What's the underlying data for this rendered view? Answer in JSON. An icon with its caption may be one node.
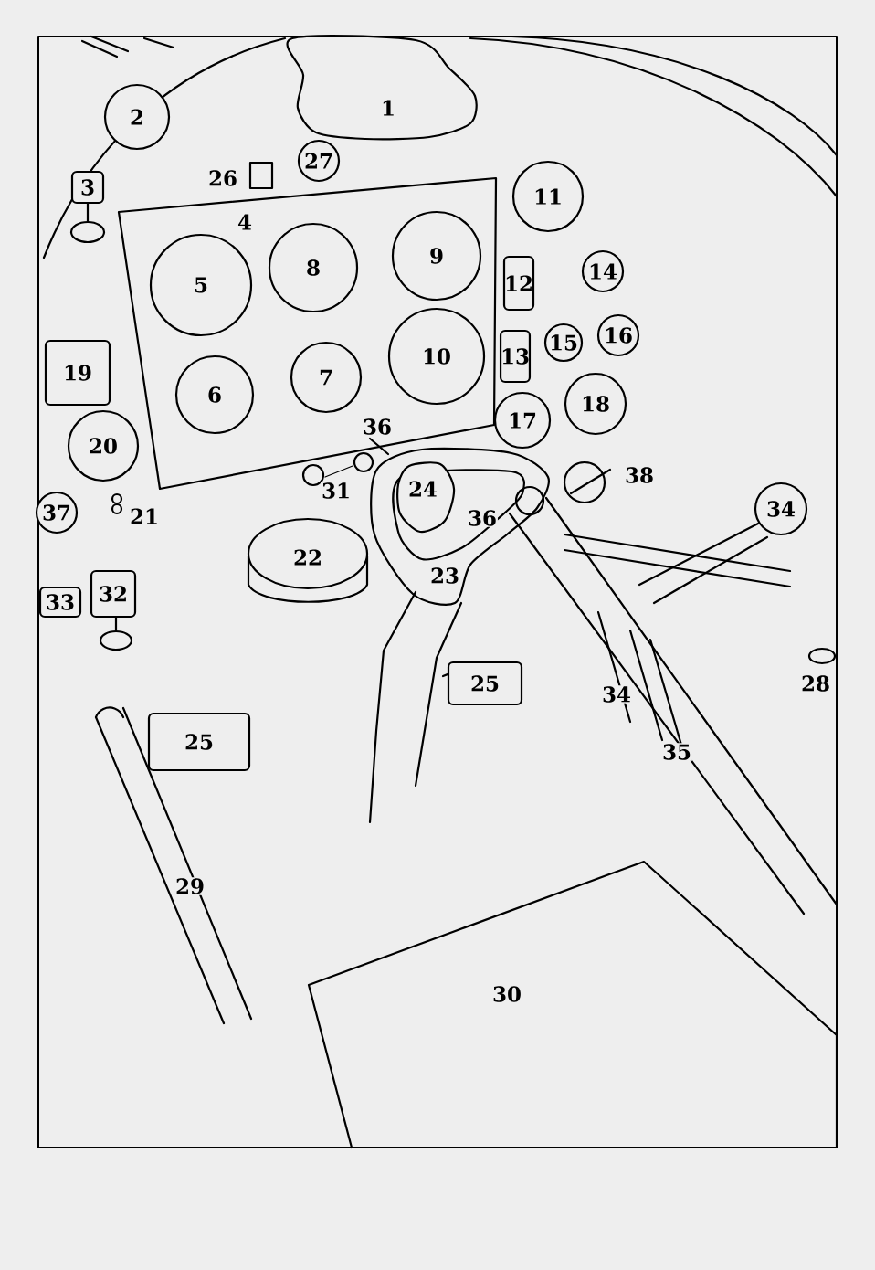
{
  "diagram": {
    "nodes": [
      {
        "text": [
          "1"
        ]
      },
      {
        "text": [
          "2"
        ]
      },
      {
        "text": [
          "27"
        ]
      },
      {
        "text": [
          "3"
        ]
      },
      {
        "text": [
          "11"
        ]
      },
      {
        "text": [
          "4"
        ]
      },
      {
        "text": [
          "5"
        ],
        "in": 5
      },
      {
        "text": [
          "8"
        ],
        "in": 5
      },
      {
        "text": [
          "9"
        ],
        "in": 5
      },
      {
        "text": [
          "14"
        ]
      },
      {
        "text": [
          "12"
        ]
      },
      {
        "text": [
          "15"
        ]
      },
      {
        "text": [
          "16"
        ]
      },
      {
        "text": [
          "13"
        ]
      },
      {
        "text": [
          "19"
        ]
      },
      {
        "text": [
          "10"
        ],
        "in": 5
      },
      {
        "text": [
          "6"
        ],
        "in": 5
      },
      {
        "text": [
          "7"
        ],
        "in": 5
      },
      {
        "text": [
          "18"
        ]
      },
      {
        "text": [
          "17"
        ]
      },
      {
        "text": [
          "20"
        ]
      },
      {
        "text": [
          "24"
        ]
      },
      {
        "text": [
          "34"
        ]
      },
      {
        "text": [
          "37"
        ]
      },
      {
        "text": [
          "22"
        ]
      },
      {
        "text": [
          "33"
        ]
      },
      {
        "text": [
          "32"
        ]
      },
      {
        "text": [
          "25"
        ]
      },
      {
        "text": [
          "25"
        ]
      },
      {
        "text": [
          "30"
        ]
      }
    ],
    "labels": [
      "26",
      "36",
      "38",
      "31",
      "21",
      "36",
      "23",
      "28",
      "34",
      "35",
      "29"
    ]
  }
}
